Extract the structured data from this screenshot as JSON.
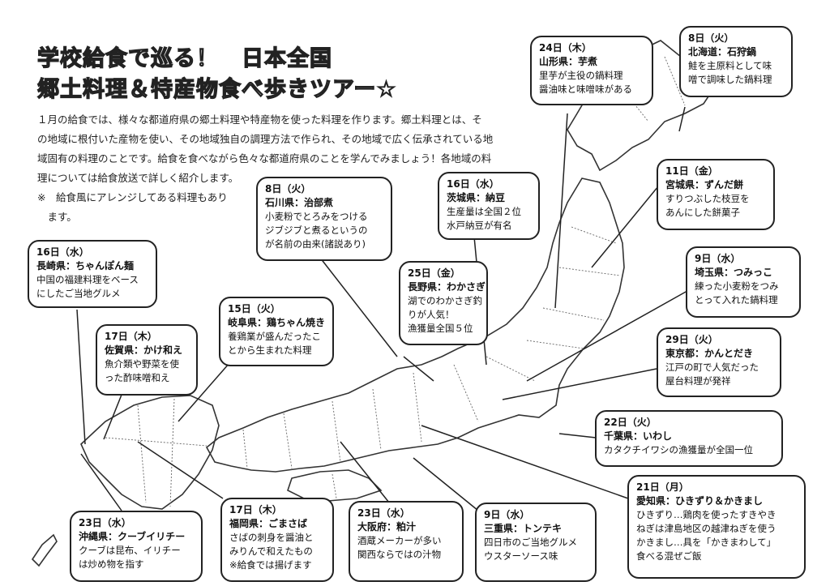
{
  "title": {
    "line1": "学校給食で巡る！　日本全国",
    "line2": "郷土料理＆特産物食べ歩きツアー☆"
  },
  "intro": {
    "lines": [
      "１月の給食では、様々な都道府県の郷土料理や特産物を使った料理を作ります。郷土料理とは、そ",
      "の地域に根付いた産物を使い、その地域独自の調理方法で作られ、その地域で広く伝承されている地",
      "域固有の料理のことです。給食を食べながら色々な都道府県のことを学んでみましょう！各地域の料",
      "理については給食放送で詳しく紹介します。",
      "※　給食風にアレンジしてある料理もあり",
      "　ます。"
    ]
  },
  "cards": [
    {
      "date": "16日（水）",
      "pref": "長崎県：ちゃんぽん麺",
      "lines": [
        "中国の福建料理をベース",
        "にしたご当地グルメ"
      ]
    },
    {
      "date": "17日（木）",
      "pref": "佐賀県：かけ和え",
      "lines": [
        "魚介類や野菜を使",
        "った酢味噌和え"
      ]
    },
    {
      "date": "23日（水）",
      "pref": "沖縄県：クーブイリチー",
      "lines": [
        "クーブは昆布、イリチー",
        "は炒め物を指す"
      ]
    },
    {
      "date": "17日（木）",
      "pref": "福岡県：ごまさば",
      "lines": [
        "さばの刺身を醤油と",
        "みりんで和えたもの",
        "※給食では揚げます"
      ]
    },
    {
      "date": "15日（火）",
      "pref": "岐阜県：鶏ちゃん焼き",
      "lines": [
        "養鶏業が盛んだったこ",
        "とから生まれた料理"
      ]
    },
    {
      "date": "8日（火）",
      "pref": "石川県：治部煮",
      "lines": [
        "小麦粉でとろみをつける",
        "ジブジブと煮るというの",
        "が名前の由来(諸説あり)"
      ]
    },
    {
      "date": "16日（水）",
      "pref": "茨城県：納豆",
      "lines": [
        "生産量は全国２位",
        "水戸納豆が有名"
      ]
    },
    {
      "date": "25日（金）",
      "pref": "長野県：わかさぎ",
      "lines": [
        "湖でのわかさぎ釣",
        "りが人気！",
        "漁獲量全国５位"
      ]
    },
    {
      "date": "24日（木）",
      "pref": "山形県：芋煮",
      "lines": [
        "里芋が主役の鍋料理",
        "醤油味と味噌味がある"
      ]
    },
    {
      "date": "8日（火）",
      "pref": "北海道：石狩鍋",
      "lines": [
        "鮭を主原料として味",
        "噌で調味した鍋料理"
      ]
    },
    {
      "date": "11日（金）",
      "pref": "宮城県：ずんだ餅",
      "lines": [
        "すりつぶした枝豆を",
        "あんにした餅菓子"
      ]
    },
    {
      "date": "9日（水）",
      "pref": "埼玉県：つみっこ",
      "lines": [
        "練った小麦粉をつみ",
        "とって入れた鍋料理"
      ]
    },
    {
      "date": "29日（火）",
      "pref": "東京都：かんとだき",
      "lines": [
        "江戸の町で人気だった",
        "屋台料理が発祥"
      ]
    },
    {
      "date": "22日（火）",
      "pref": "千葉県：いわし",
      "lines": [
        "カタクチイワシの漁獲量が全国一位"
      ]
    },
    {
      "date": "21日（月）",
      "pref": "愛知県：ひきずり＆かきまし",
      "lines": [
        "ひきずり…鶏肉を使ったすきやき",
        "ねぎは津島地区の越津ねぎを使う",
        "かきまし…具を「かきまわして」",
        "食べる混ぜご飯"
      ]
    },
    {
      "date": "23日（水）",
      "pref": "大阪府：粕汁",
      "lines": [
        "酒蔵メーカーが多い",
        "関西ならではの汁物"
      ]
    },
    {
      "date": "9日（水）",
      "pref": "三重県：トンテキ",
      "lines": [
        "四日市のご当地グルメ",
        "ウスターソース味"
      ]
    }
  ]
}
